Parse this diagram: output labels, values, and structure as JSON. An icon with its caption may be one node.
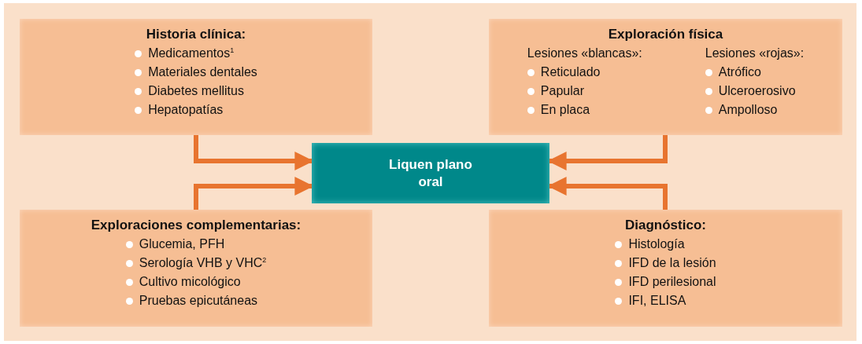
{
  "diagram": {
    "nodes": [
      {
        "text": [
          "Historia clínica:",
          "Medicamentos$^{1}$",
          "Materiales dentales",
          "Diabetes mellitus",
          "Hepatopatías"
        ]
      },
      {
        "text": [
          "Exploración física",
          "Lesiones «blancas»:",
          "Reticulado",
          "Papular",
          "En placa",
          "Lesiones «rojas»:",
          "Atrófico",
          "Ulceroerosivo",
          "Ampolloso"
        ]
      },
      {
        "text": [
          "Liquen plano oral"
        ]
      },
      {
        "text": [
          "Exploraciones complementarias:",
          "Glucemia, PFH",
          "Serología VHB y VHC$^{2}$",
          "Cultivo micológico",
          "Pruebas epicutáneas"
        ]
      },
      {
        "text": [
          "Diagnóstico:",
          "Histología",
          "IFD de la lesión",
          "IFD perilesional",
          "IFI, ELISA"
        ]
      }
    ],
    "edges": [
      {
        "from": 0,
        "to": 2,
        "arrow": "to"
      },
      {
        "from": 3,
        "to": 2,
        "arrow": "to"
      },
      {
        "from": 1,
        "to": 2,
        "arrow": "to"
      },
      {
        "from": 4,
        "to": 2,
        "arrow": "to"
      }
    ]
  }
}
